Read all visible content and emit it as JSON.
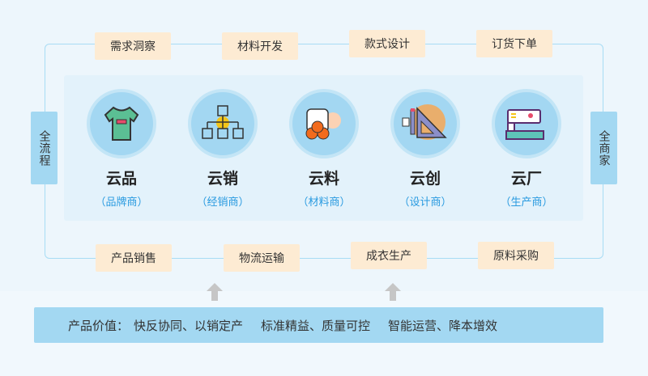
{
  "top_steps": [
    "需求洞察",
    "材料开发",
    "款式设计",
    "订货下单"
  ],
  "bottom_steps": [
    "产品销售",
    "物流运输",
    "成衣生产",
    "原料采购"
  ],
  "side_left": "全流程",
  "side_right": "全商家",
  "modules": [
    {
      "title": "云品",
      "subtitle": "（品牌商）",
      "icon": "tshirt-icon"
    },
    {
      "title": "云销",
      "subtitle": "（经销商）",
      "icon": "distribution-boxes-icon"
    },
    {
      "title": "云料",
      "subtitle": "（材料商）",
      "icon": "fabric-rolls-icon"
    },
    {
      "title": "云创",
      "subtitle": "（设计商）",
      "icon": "design-tools-icon"
    },
    {
      "title": "云厂",
      "subtitle": "（生产商）",
      "icon": "sewing-machine-icon"
    }
  ],
  "value_bar": {
    "label": "产品价值：",
    "items": [
      "快反协同、以销定产",
      "标准精益、质量可控",
      "智能运营、降本增效"
    ]
  }
}
